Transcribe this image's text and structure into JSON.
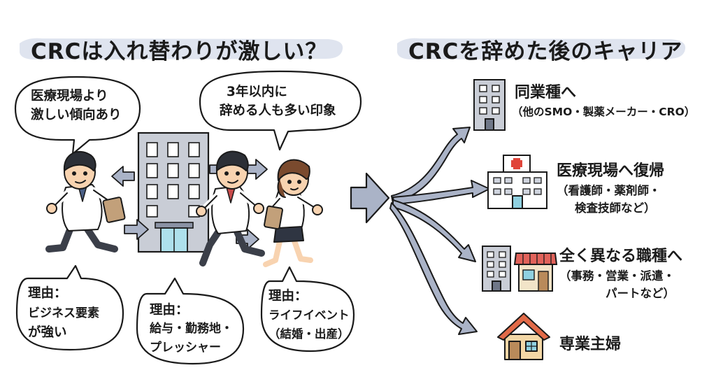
{
  "left_title": "CRCは入れ替わりが激しい？",
  "right_title": "CRCを辞めた後のキャリア",
  "bubbles": {
    "top_left": [
      "医療現場より",
      "激しい傾向あり"
    ],
    "top_right": [
      "3年以内に",
      "辞める人も多い印象"
    ],
    "reason_business": [
      "理由：",
      "ビジネス要素",
      "が強い"
    ],
    "reason_salary": [
      "理由：",
      "給与・勤務地・",
      "プレッシャー"
    ],
    "reason_life": [
      "理由：",
      "ライフイベント",
      "（結婚・出産）"
    ]
  },
  "careers": [
    {
      "main": "同業種へ",
      "sub": [
        "（他のSMO・製薬メーカー・CRO）"
      ],
      "icon": "office-building-icon"
    },
    {
      "main": "医療現場へ復帰",
      "sub": [
        "（看護師・薬剤師・",
        "検査技師など）"
      ],
      "icon": "hospital-icon"
    },
    {
      "main": "全く異なる職種へ",
      "sub": [
        "（事務・営業・派遣・",
        "パートなど）"
      ],
      "icon": "office-and-shop-icon"
    },
    {
      "main": "専業主婦",
      "sub": [],
      "icon": "house-icon"
    }
  ],
  "colors": {
    "title_underline": "#dfe4ef",
    "arrow_fill": "#aab3c7",
    "building": "#c9cdd6",
    "hospital_cross": "#e0453a",
    "shop_awning": "#e1625a",
    "house_roof": "#e26a48",
    "house_wall": "#f3d7a6",
    "skin": "#f8d3b0"
  }
}
